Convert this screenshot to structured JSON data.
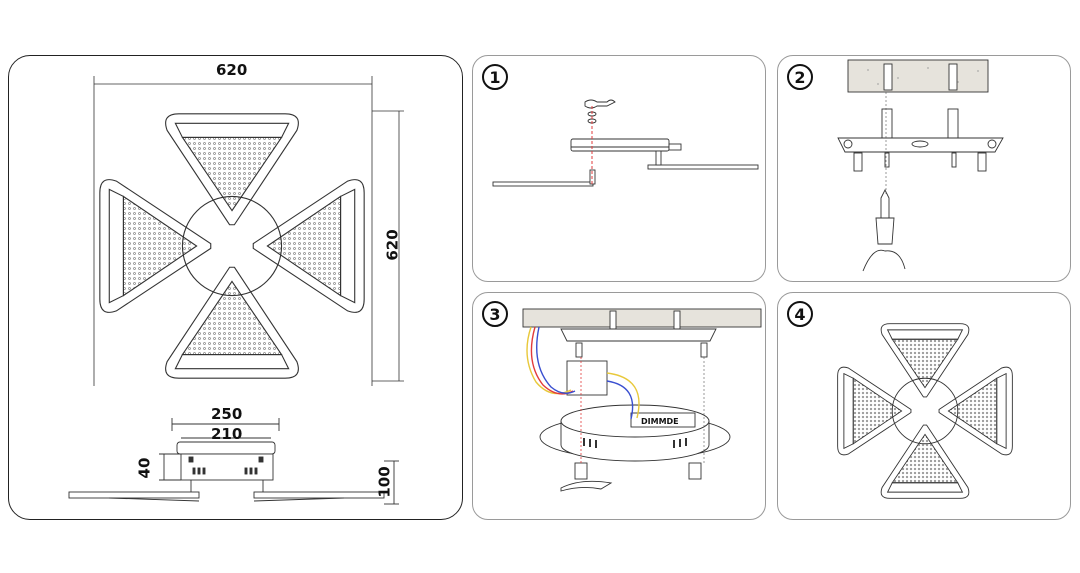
{
  "main": {
    "dimensions": {
      "top_width": "620",
      "side_height": "620",
      "base_outer": "250",
      "base_inner": "210",
      "base_depth": "40",
      "total_height": "100"
    }
  },
  "steps": [
    {
      "number": "1"
    },
    {
      "number": "2"
    },
    {
      "number": "3",
      "device_label": "DIMMDE"
    },
    {
      "number": "4"
    }
  ],
  "colors": {
    "line": "#222222",
    "panel_border": "#9a9a9a",
    "wire_red": "#e23b3b",
    "wire_yellow": "#e8c83a",
    "wire_blue": "#3a4fd0",
    "ceiling_fill": "#e6e3dc"
  }
}
